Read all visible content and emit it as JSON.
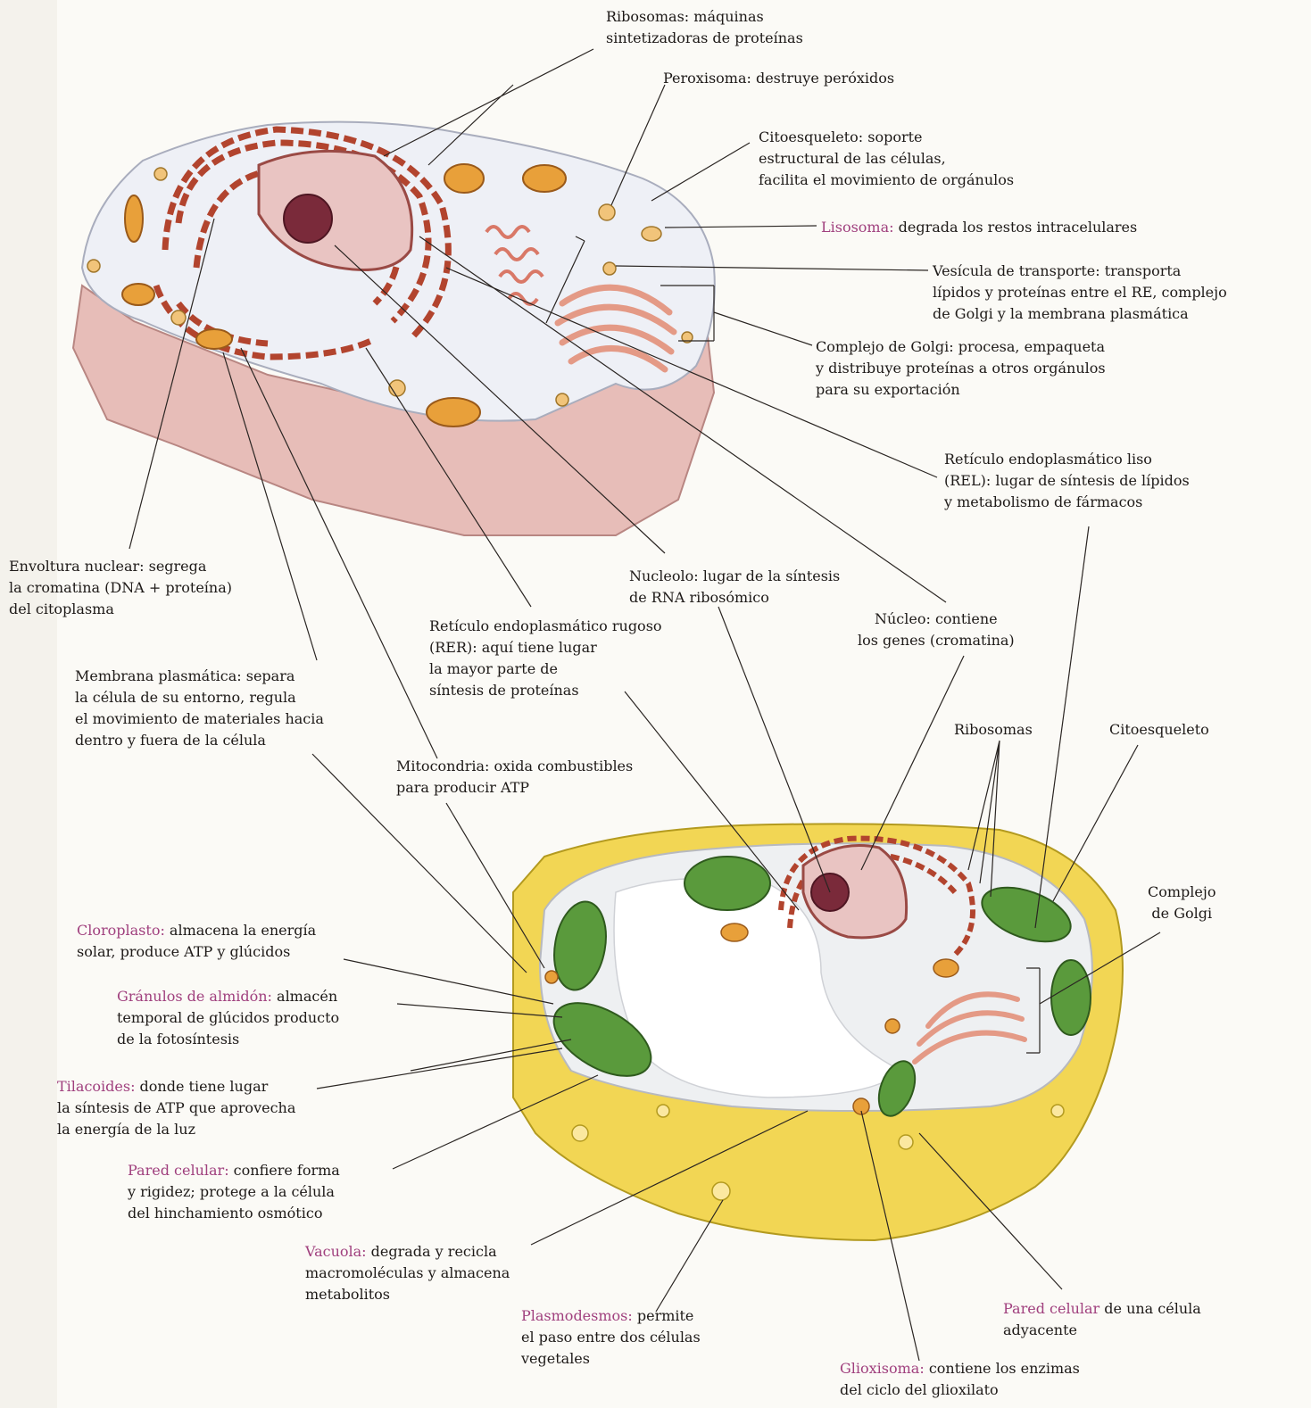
{
  "colors": {
    "term_highlight": "#a0407e",
    "animal_cytoplasm": "#eef0f6",
    "animal_cell_side": "#e7bdb8",
    "nucleus": "#c97a6c",
    "nucleolus": "#7a2a3a",
    "rough_er": "#b2442e",
    "golgi": "#e49a86",
    "mitochondria": "#e8a03a",
    "chloroplast": "#5a9a3c",
    "plant_cell_wall": "#f2d654"
  },
  "labels": {
    "ribosomas": {
      "line1": "Ribosomas: máquinas",
      "line2": "sintetizadoras de proteínas"
    },
    "peroxisoma": {
      "line1": "Peroxisoma: destruye peróxidos"
    },
    "citoesqueleto": {
      "line1": "Citoesqueleto: soporte",
      "line2": "estructural de las células,",
      "line3": "facilita el movimiento de orgánulos"
    },
    "lisosoma": {
      "term": "Lisosoma:",
      "rest": " degrada los restos intracelulares"
    },
    "vesicula": {
      "line1": "Vesícula de transporte: transporta",
      "line2": "lípidos y proteínas entre el RE, complejo",
      "line3": "de Golgi y la membrana plasmática"
    },
    "golgi": {
      "line1": "Complejo de Golgi: procesa, empaqueta",
      "line2": "y distribuye proteínas a otros orgánulos",
      "line3": "para su exportación"
    },
    "rel": {
      "line1": "Retículo endoplasmático liso",
      "line2": "(REL): lugar de síntesis de lípidos",
      "line3": "y metabolismo de fármacos"
    },
    "envoltura": {
      "line1": "Envoltura nuclear: segrega",
      "line2": "la cromatina (DNA + proteína)",
      "line3": "del citoplasma"
    },
    "nucleolo": {
      "line1": "Nucleolo: lugar de la síntesis",
      "line2": "de RNA ribosómico"
    },
    "nucleo": {
      "line1": "Núcleo: contiene",
      "line2": "los genes (cromatina)"
    },
    "rer": {
      "line1": "Retículo endoplasmático rugoso",
      "line2": "(RER): aquí tiene lugar",
      "line3": "la mayor parte de",
      "line4": "síntesis de proteínas"
    },
    "membrana": {
      "line1": "Membrana plasmática: separa",
      "line2": "la célula de su entorno, regula",
      "line3": "el movimiento de materiales hacia",
      "line4": "dentro y fuera de la célula"
    },
    "mitocondria": {
      "line1": "Mitocondria: oxida combustibles",
      "line2": "para producir ATP"
    },
    "ribosomas_plant": {
      "line1": "Ribosomas"
    },
    "citoesqueleto_plant": {
      "line1": "Citoesqueleto"
    },
    "golgi_plant": {
      "line1": "Complejo",
      "line2": "de Golgi"
    },
    "cloroplasto": {
      "term": "Cloroplasto:",
      "rest": " almacena la energía",
      "line2": "solar, produce ATP y glúcidos"
    },
    "granulos": {
      "term": "Gránulos de almidón:",
      "rest": " almacén",
      "line2": "temporal de glúcidos producto",
      "line3": "de la fotosíntesis"
    },
    "tilacoides": {
      "term": "Tilacoides:",
      "rest": " donde tiene lugar",
      "line2": "la síntesis de ATP que aprovecha",
      "line3": "la energía de la luz"
    },
    "pared": {
      "term": "Pared celular:",
      "rest": " confiere forma",
      "line2": "y rigidez; protege a la célula",
      "line3": "del hinchamiento osmótico"
    },
    "vacuola": {
      "term": "Vacuola:",
      "rest": " degrada y recicla",
      "line2": "macromoléculas y almacena",
      "line3": "metabolitos"
    },
    "plasmodesmos": {
      "term": "Plasmodesmos:",
      "rest": " permite",
      "line2": "el paso entre dos células",
      "line3": "vegetales"
    },
    "pared_adyacente": {
      "term": "Pared celular",
      "rest": " de una célula",
      "line2": "adyacente"
    },
    "glioxisoma": {
      "term": "Glioxisoma:",
      "rest": " contiene los enzimas",
      "line2": "del ciclo del glioxilato"
    }
  }
}
